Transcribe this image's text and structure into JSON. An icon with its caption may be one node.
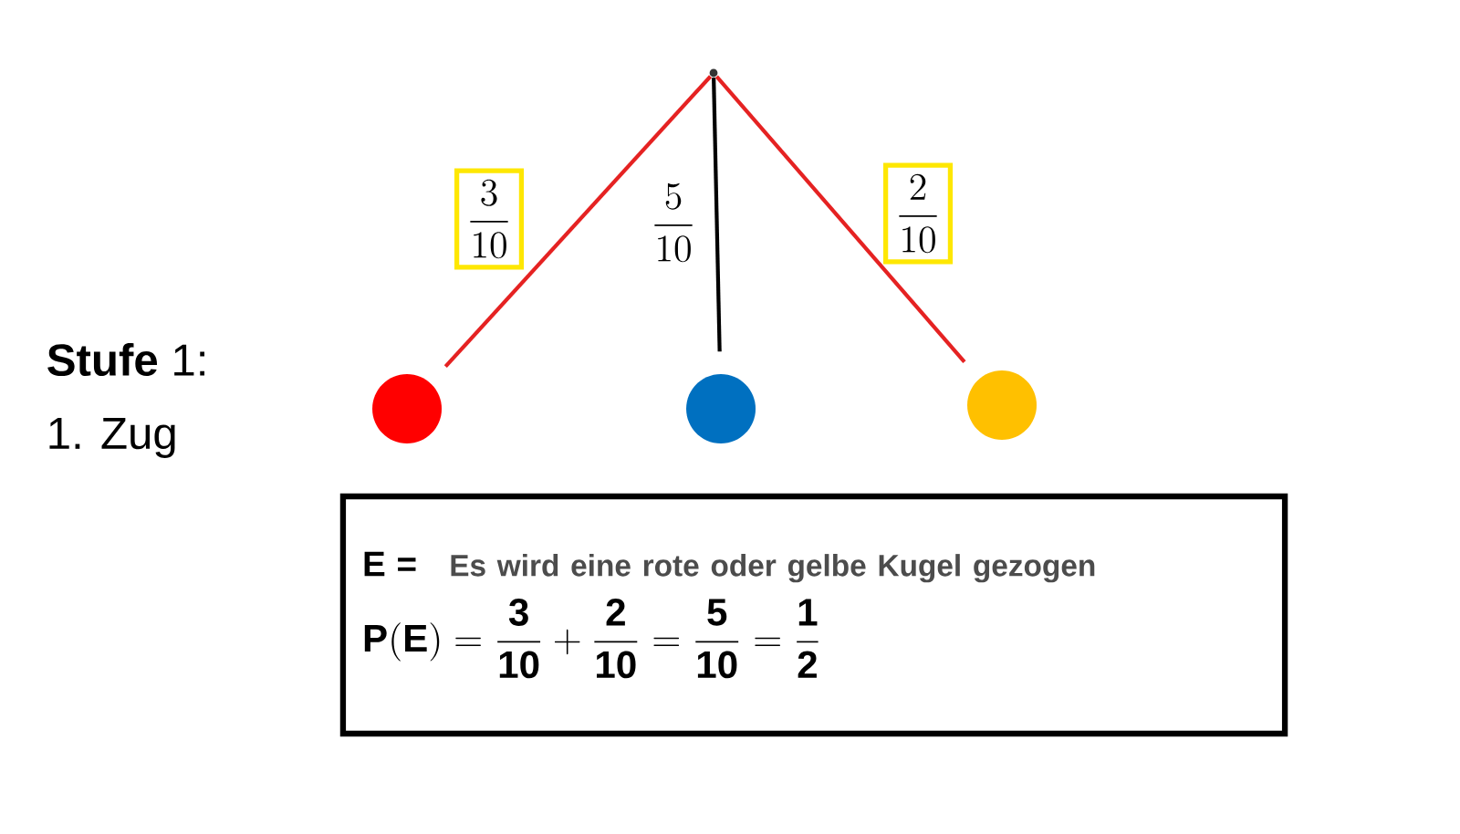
{
  "diagram": {
    "nodes": [
      {
        "text": [],
        "shape": "point"
      },
      {
        "text": [],
        "shape": "circle"
      },
      {
        "text": [],
        "shape": "circle"
      },
      {
        "text": [],
        "shape": "circle"
      },
      {
        "text": [
          "E =",
          "Es wird eine rote oder gelbe Kugel gezogen",
          "\\mathbf{P(E) = \\frac{3}{10} + \\frac{2}{10} = \\frac{5}{10} = \\frac{1}{2}}"
        ]
      }
    ],
    "edges": [
      {
        "from": 0,
        "to": 1,
        "arrow": "none",
        "label": "\\frac{3}{10}",
        "color": "#e52222"
      },
      {
        "from": 0,
        "to": 2,
        "arrow": "none",
        "label": "\\frac{5}{10}",
        "color": "#000000"
      },
      {
        "from": 0,
        "to": 3,
        "arrow": "none",
        "label": "\\frac{2}{10}",
        "color": "#e52222"
      }
    ],
    "labels": [
      "**Stufe** 1:",
      "1. Zug"
    ]
  }
}
